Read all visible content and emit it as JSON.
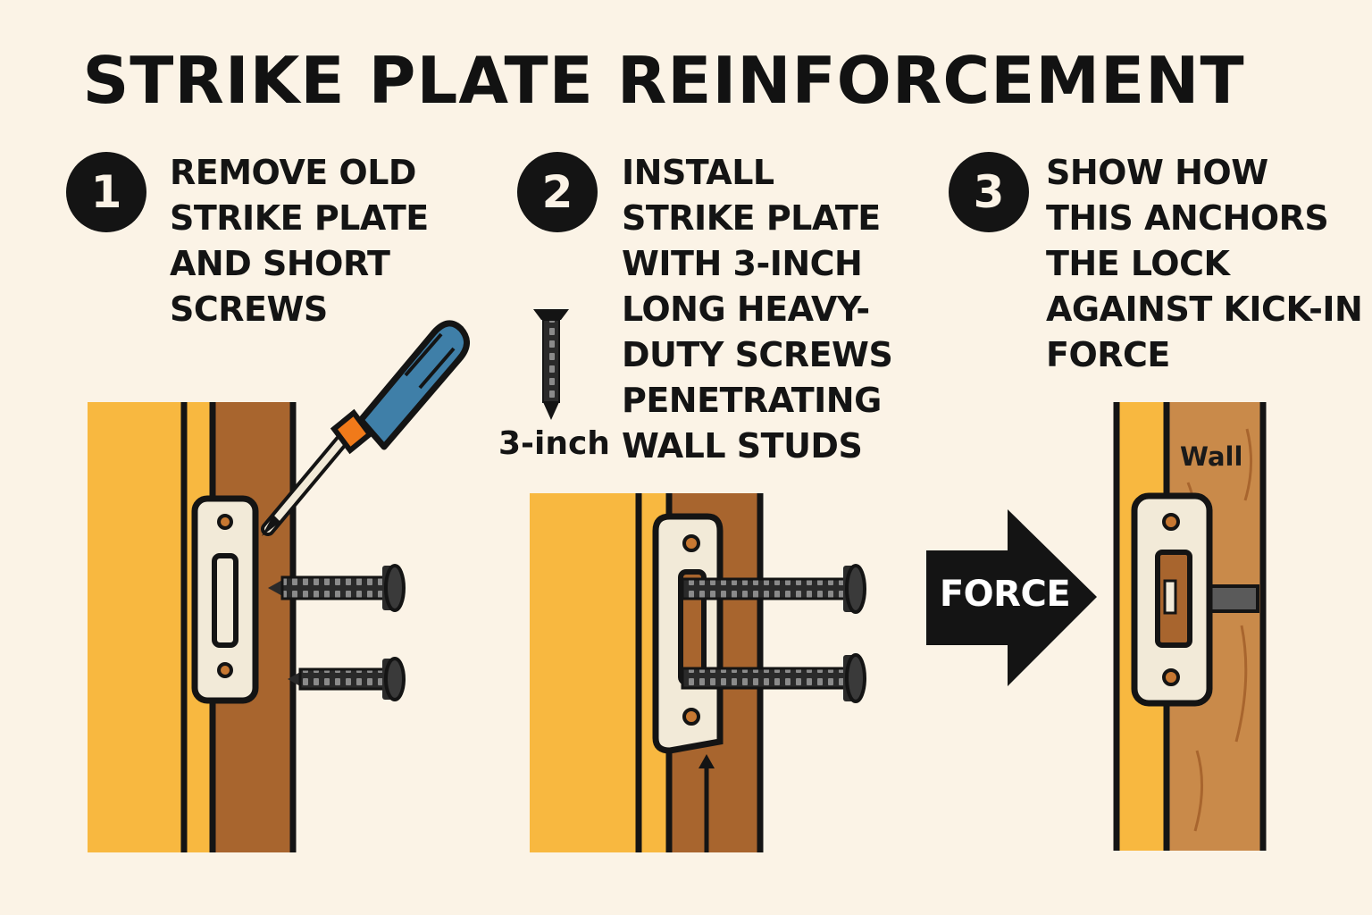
{
  "title": "STRIKE PLATE REINFORCEMENT",
  "steps": [
    {
      "number": "1",
      "text": "REMOVE OLD\nSTRIKE PLATE\nAND SHORT\nSCREWS"
    },
    {
      "number": "2",
      "text": "INSTALL\nSTRIKE PLATE\nWITH 3-INCH\nLONG HEAVY-\nDUTY SCREWS\nPENETRATING\nWALL STUDS"
    },
    {
      "number": "3",
      "text": "SHOW HOW\nTHIS ANCHORS\nTHE LOCK\nAGAINST KICK-IN\nFORCE"
    }
  ],
  "screw_label": "3-inch",
  "force_label": "FORCE",
  "wall_label": "Wall",
  "colors": {
    "background": "#fbf3e6",
    "door_yellow": "#f8b840",
    "frame_brown": "#a8652e",
    "wall_wood": "#c98a4a",
    "plate": "#f2ead8",
    "outline": "#141414",
    "screwdriver_blue": "#3f7fa8",
    "screwdriver_orange": "#f07a1a"
  },
  "icons": [
    "screwdriver-icon",
    "screw-icon",
    "force-arrow-icon"
  ]
}
